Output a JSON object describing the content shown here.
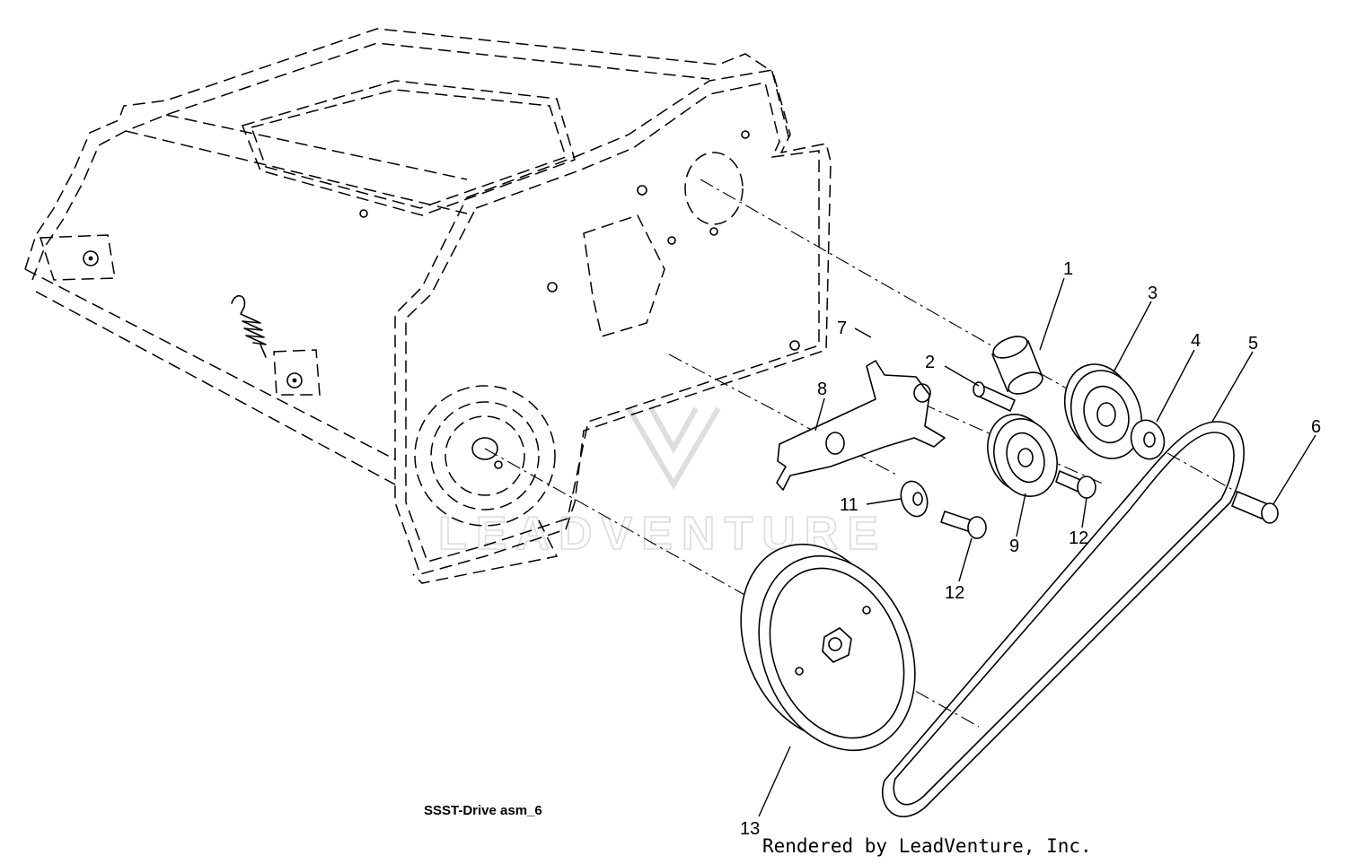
{
  "caption": "SSST-Drive asm_6",
  "credit": "Rendered by LeadVenture, Inc.",
  "watermark": "LEADVENTURE",
  "callouts": [
    {
      "key": "c1",
      "text": "1"
    },
    {
      "key": "c2",
      "text": "2"
    },
    {
      "key": "c3",
      "text": "3"
    },
    {
      "key": "c4",
      "text": "4"
    },
    {
      "key": "c5",
      "text": "5"
    },
    {
      "key": "c6",
      "text": "6"
    },
    {
      "key": "c7",
      "text": "7"
    },
    {
      "key": "c8",
      "text": "8"
    },
    {
      "key": "c9",
      "text": "9"
    },
    {
      "key": "c11",
      "text": "11"
    },
    {
      "key": "c12a",
      "text": "12"
    },
    {
      "key": "c12b",
      "text": "12"
    },
    {
      "key": "c13",
      "text": "13"
    }
  ]
}
